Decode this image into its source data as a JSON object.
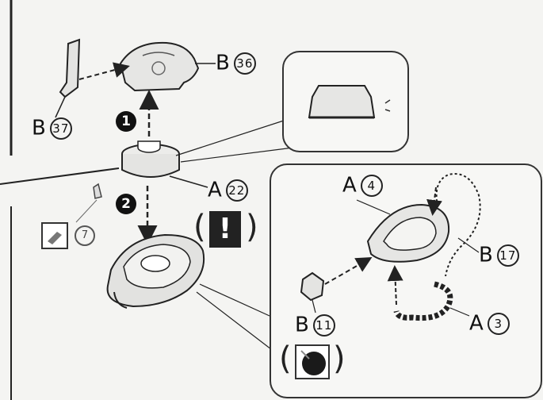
{
  "labels": {
    "b36": {
      "letter": "B",
      "num": "36"
    },
    "b37": {
      "letter": "B",
      "num": "37"
    },
    "a22": {
      "letter": "A",
      "num": "22"
    },
    "a4": {
      "letter": "A",
      "num": "4"
    },
    "b17": {
      "letter": "B",
      "num": "17"
    },
    "b11": {
      "letter": "B",
      "num": "11"
    },
    "a3": {
      "letter": "A",
      "num": "3"
    },
    "n7": {
      "num": "7"
    }
  },
  "steps": [
    "1",
    "2"
  ],
  "warning": {
    "mark": "!",
    "open_paren": "(",
    "close_paren": ")"
  },
  "marker_paren": {
    "open": "(",
    "close": ")"
  },
  "colors": {
    "ink": "#222222",
    "paper": "#f4f4f2",
    "part_fill": "#e8e8e6"
  },
  "icons": [
    "tread-part-icon",
    "cap-part-icon",
    "antenna-part-icon",
    "base-part-icon",
    "paint-marker-icon",
    "warning-icon"
  ]
}
